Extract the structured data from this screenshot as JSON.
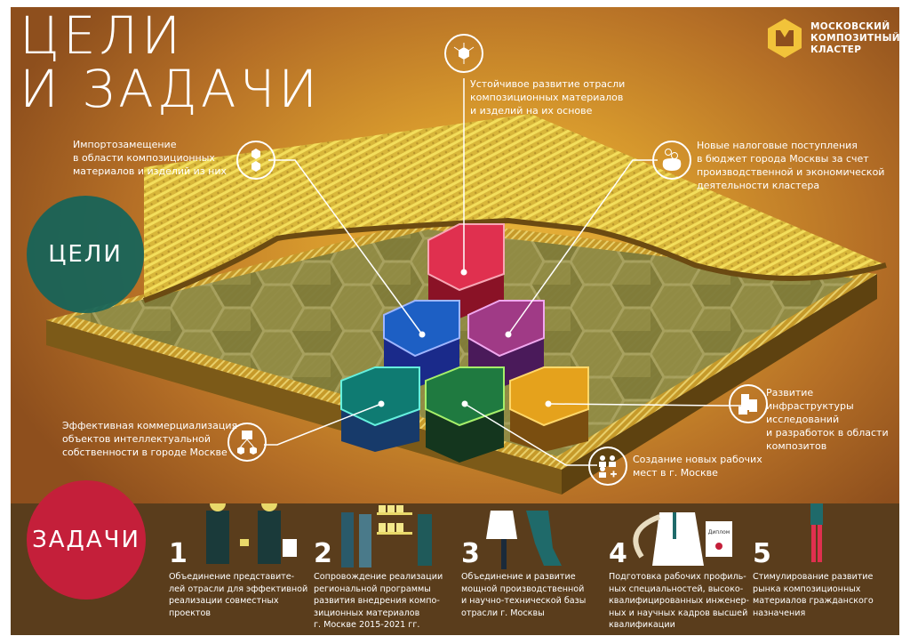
{
  "header": {
    "title_line1": "ЦЕЛИ",
    "title_line2": "И ЗАДАЧИ"
  },
  "logo": {
    "line1": "МОСКОВСКИЙ",
    "line2": "КОМПОЗИТНЫЙ",
    "line3": "КЛАСТЕР",
    "color": "#f2c33a"
  },
  "goals": {
    "badge_label": "ЦЕЛИ",
    "badge_color": "#14645a",
    "items": [
      {
        "icon": "hexagon-expand-icon",
        "text": "Устойчивое развитие отрасли композиционных материалов и изделий на их основе",
        "lines": [
          "Устойчивое развитие отрасли",
          "композиционных материалов",
          "и изделий на их основе"
        ],
        "block_color": "#e0304f"
      },
      {
        "icon": "hexagon-exchange-icon",
        "lines": [
          "Импортозамещение",
          " в области композиционных",
          "материалов и изделий из них"
        ],
        "block_color": "#1d5fc4"
      },
      {
        "icon": "money-bag-icon",
        "lines": [
          "Новые налоговые поступления",
          "в бюджет города Москвы за счет",
          "производственной и экономической",
          "деятельности кластера"
        ],
        "block_color": "#a03a86"
      },
      {
        "icon": "factory-hexagons-icon",
        "lines": [
          "Эффективная коммерциализация",
          "объектов интеллектуальной",
          "собственности в городе Москве"
        ],
        "block_color": "#0f7b72"
      },
      {
        "icon": "buildings-icon",
        "lines": [
          "Развитие инфраструктуры",
          "исследований",
          "и разработок  в области",
          "композитов"
        ],
        "block_color": "#e5a21c"
      },
      {
        "icon": "people-add-icon",
        "lines": [
          "Создание новых рабочих",
          "мест в г. Москве"
        ],
        "block_color": "#1f7a40"
      }
    ]
  },
  "tasks": {
    "badge_label": "ЗАДАЧИ",
    "badge_color": "#c41f3a",
    "diploma_label": "Диплом",
    "items": [
      {
        "num": "1",
        "text": "Объединение представите-лей отрасли для эффективной реализации совместных проектов",
        "lines": [
          "Объединение представите-",
          "лей отрасли для эффективной",
          "реализации совместных",
          "проектов"
        ]
      },
      {
        "num": "2",
        "lines": [
          "Сопровождение реализации",
          "региональной программы",
          "развития внедрения компо-",
          "зиционных материалов",
          "г. Москве 2015-2021 гг."
        ]
      },
      {
        "num": "3",
        "lines": [
          "Объединение и развитие",
          "мощной производственной",
          "и научно-технической базы",
          "отрасли г. Москвы"
        ]
      },
      {
        "num": "4",
        "lines": [
          "Подготовка рабочих профиль-",
          "ных специальностей, высоко-",
          "квалифицированных инженер-",
          "ных и научных кадров высшей",
          "квалификации"
        ]
      },
      {
        "num": "5",
        "lines": [
          "Стимулирование развитие",
          "рынка композиционных",
          "материалов гражданского",
          "назначения"
        ]
      }
    ]
  }
}
